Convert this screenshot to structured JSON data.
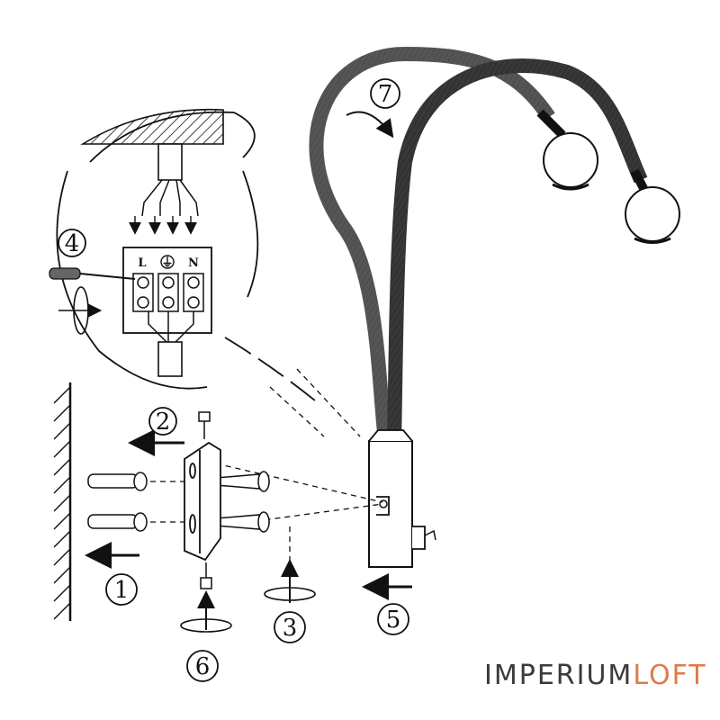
{
  "diagram": {
    "steps": [
      "1",
      "2",
      "3",
      "4",
      "5",
      "6",
      "7"
    ],
    "terminals": {
      "live": "L",
      "earth": "⏚",
      "neutral": "N"
    }
  },
  "watermark": {
    "part1": "IMPERIUM",
    "part2": "LOFT",
    "color_part1": "#3a3a3a",
    "color_part2": "#e07a46"
  }
}
